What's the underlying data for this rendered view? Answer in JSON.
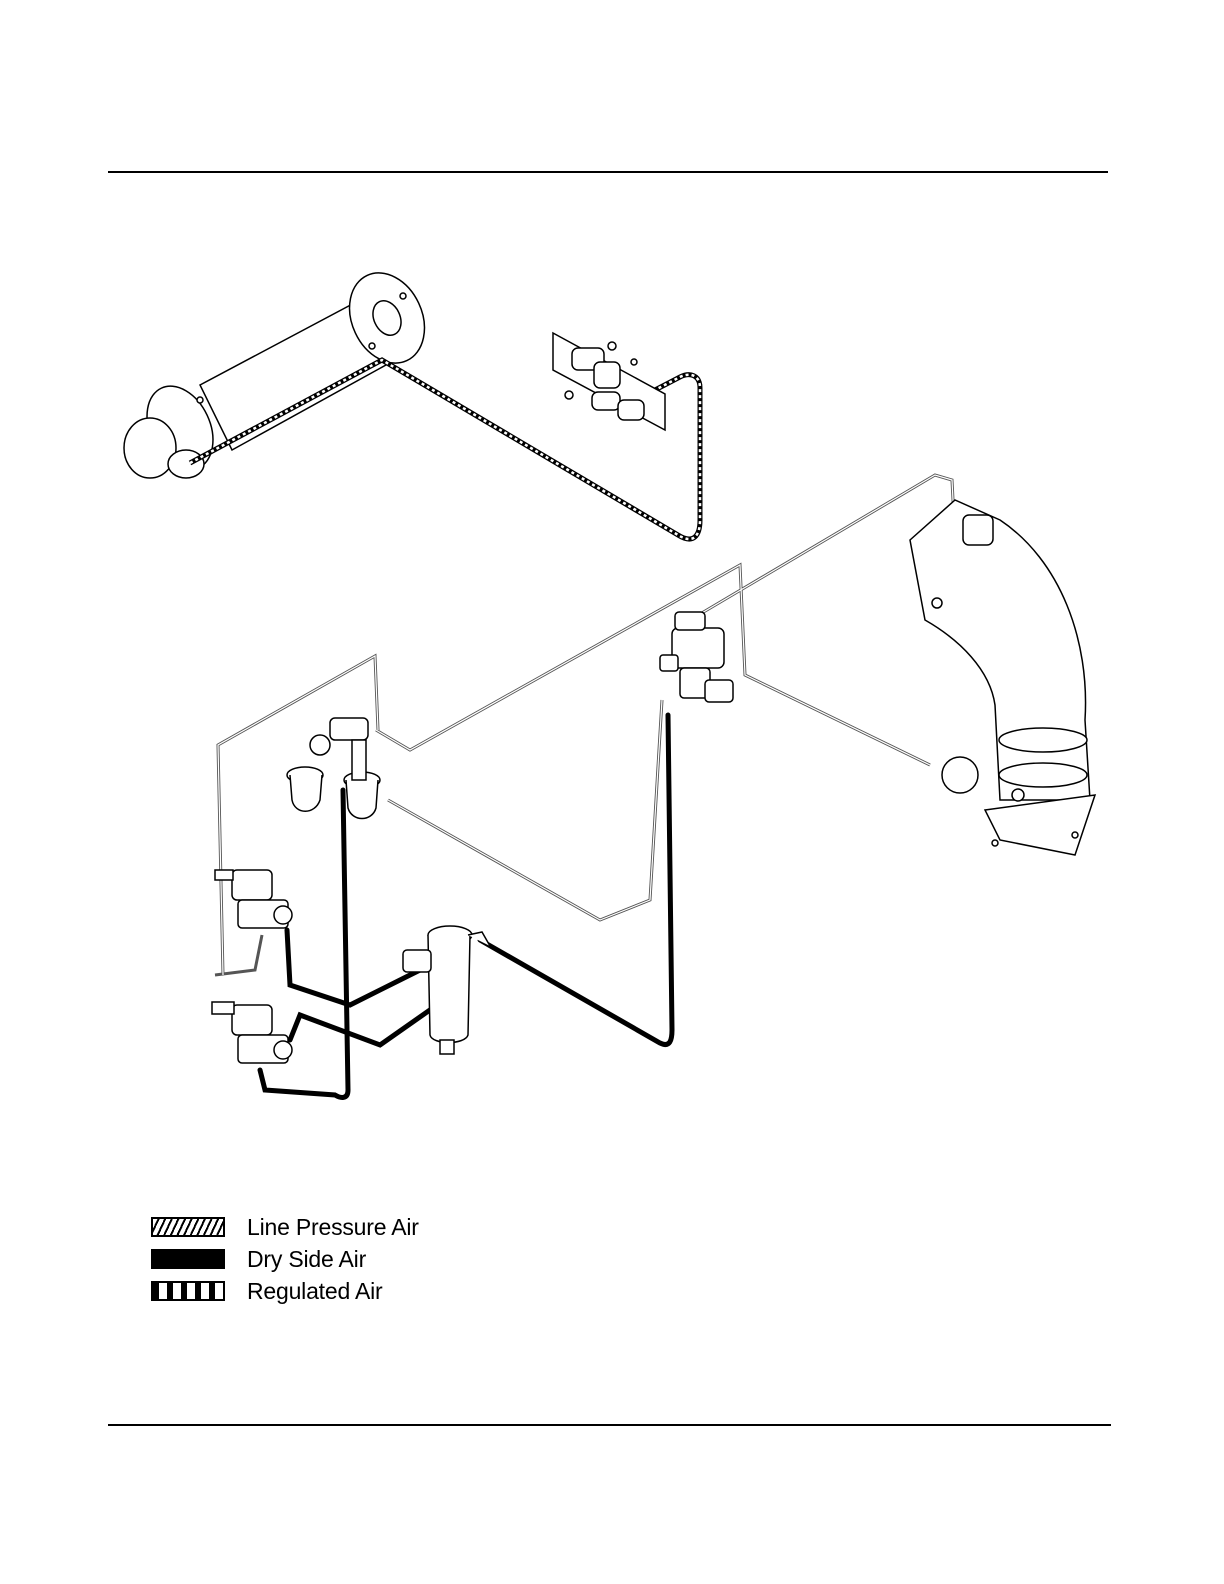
{
  "legend": {
    "items": [
      {
        "label": "Line Pressure Air",
        "pattern": "line-pressure-hatch"
      },
      {
        "label": "Dry Side Air",
        "pattern": "dry-side-solid"
      },
      {
        "label": "Regulated Air",
        "pattern": "regulated-vertical-bars"
      }
    ]
  },
  "colors": {
    "line": "#000000",
    "background": "#ffffff",
    "tube_gray": "#7a7a7a"
  }
}
